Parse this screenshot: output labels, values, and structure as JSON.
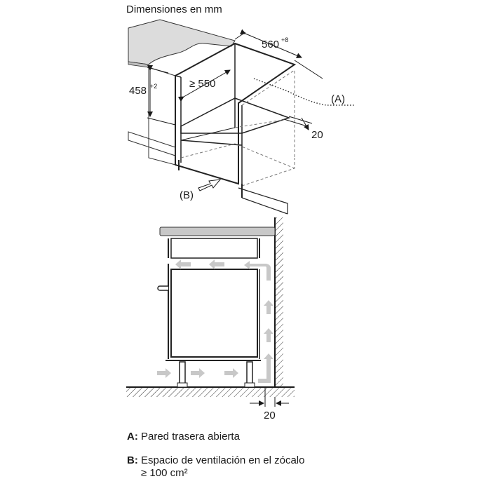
{
  "title": "Dimensiones en mm",
  "dimensions": {
    "width": "560",
    "width_tolerance": "+8",
    "height": "458",
    "height_tolerance": "+2",
    "depth": "≥ 550",
    "gap_top": "20",
    "gap_bottom": "20"
  },
  "markers": {
    "a": "(A)",
    "b": "(B)"
  },
  "legend": [
    {
      "key": "A:",
      "lines": [
        "Pared trasera abierta"
      ]
    },
    {
      "key": "B:",
      "lines": [
        "Espacio de ventilación en el zócalo",
        "≥ 100 cm²"
      ]
    }
  ]
}
